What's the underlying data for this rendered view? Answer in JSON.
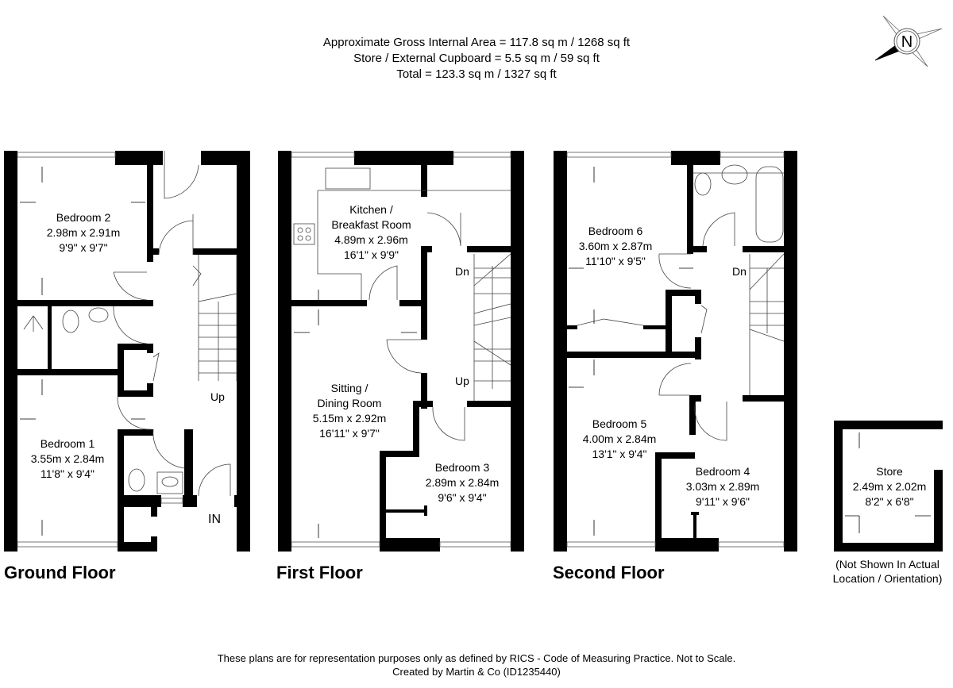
{
  "header": {
    "line1": "Approximate Gross Internal Area = 117.8 sq m / 1268 sq ft",
    "line2": "Store / External Cupboard = 5.5 sq m / 59 sq ft",
    "line3": "Total = 123.3 sq m / 1327 sq ft"
  },
  "compass": {
    "label": "N"
  },
  "floors": {
    "ground": {
      "title": "Ground Floor",
      "rooms": [
        {
          "name": "Bedroom 2",
          "metric": "2.98m x 2.91m",
          "imperial": "9'9\" x 9'7\""
        },
        {
          "name": "Bedroom 1",
          "metric": "3.55m x 2.84m",
          "imperial": "11'8\" x 9'4\""
        }
      ],
      "stairs_label": "Up",
      "entrance_label": "IN"
    },
    "first": {
      "title": "First Floor",
      "rooms": [
        {
          "name_line1": "Kitchen /",
          "name_line2": "Breakfast Room",
          "metric": "4.89m x 2.96m",
          "imperial": "16'1\" x 9'9\""
        },
        {
          "name_line1": "Sitting /",
          "name_line2": "Dining Room",
          "metric": "5.15m x 2.92m",
          "imperial": "16'11\" x 9'7\""
        },
        {
          "name": "Bedroom 3",
          "metric": "2.89m x 2.84m",
          "imperial": "9'6\" x 9'4\""
        }
      ],
      "stairs_down": "Dn",
      "stairs_up": "Up"
    },
    "second": {
      "title": "Second Floor",
      "rooms": [
        {
          "name": "Bedroom 6",
          "metric": "3.60m x 2.87m",
          "imperial": "11'10\" x 9'5\""
        },
        {
          "name": "Bedroom 5",
          "metric": "4.00m x 2.84m",
          "imperial": "13'1\" x 9'4\""
        },
        {
          "name": "Bedroom 4",
          "metric": "3.03m x 2.89m",
          "imperial": "9'11\" x 9'6\""
        }
      ],
      "stairs_down": "Dn"
    },
    "store": {
      "name": "Store",
      "metric": "2.49m x 2.02m",
      "imperial": "8'2\" x 6'8\"",
      "note_line1": "(Not Shown In Actual",
      "note_line2": "Location / Orientation)"
    }
  },
  "footer": {
    "line1": "These plans are for representation purposes only as defined by RICS - Code of Measuring Practice. Not to Scale.",
    "line2": "Created by Martin & Co (ID1235440)"
  },
  "colors": {
    "wall": "#000000",
    "line": "#555555",
    "background": "#ffffff"
  }
}
